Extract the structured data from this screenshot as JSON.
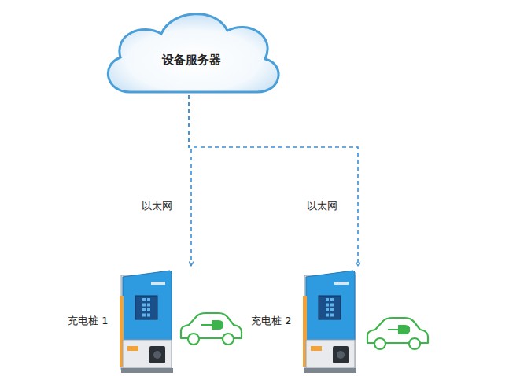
{
  "diagram": {
    "nodes": [
      {
        "text": [
          "设备服务器"
        ]
      },
      {
        "text": [
          "充电桩 1"
        ]
      },
      {
        "text": [
          "充电桩 2"
        ]
      }
    ],
    "edges": [
      {
        "from": 0,
        "to": 1,
        "arrow": "to",
        "label": "以太网"
      },
      {
        "from": 0,
        "to": 2,
        "arrow": "to",
        "label": "以太网"
      }
    ]
  }
}
